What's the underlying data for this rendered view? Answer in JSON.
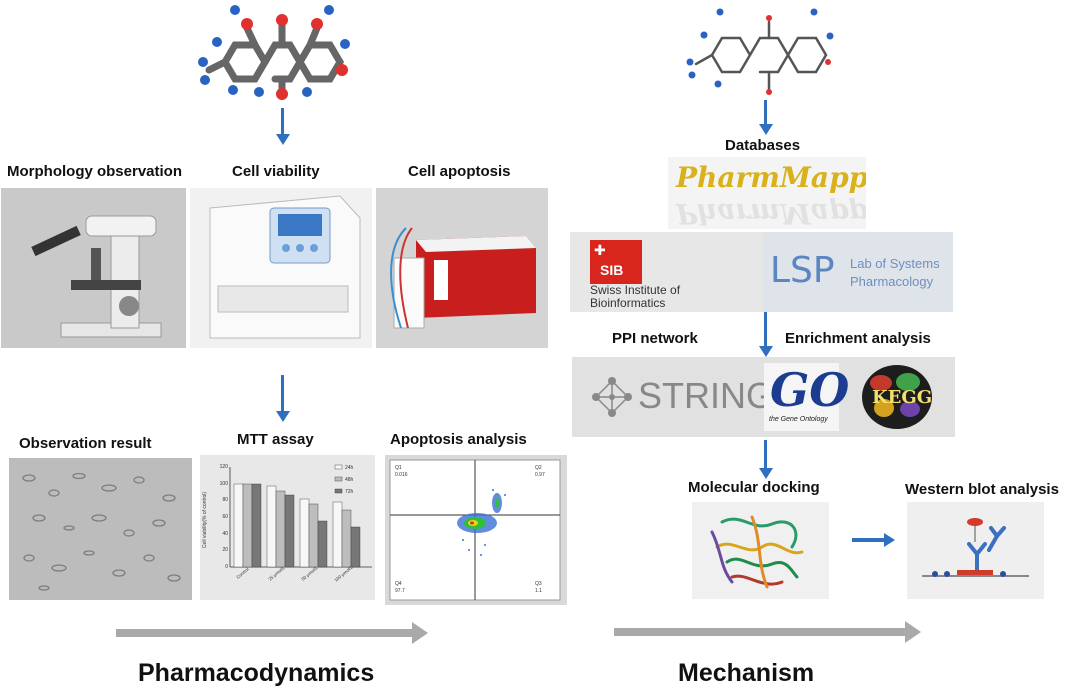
{
  "pharmacodynamics": {
    "labels": {
      "morphology": "Morphology observation",
      "viability": "Cell viability",
      "apoptosis": "Cell apoptosis",
      "observation_result": "Observation result",
      "mtt": "MTT assay",
      "apoptosis_analysis": "Apoptosis analysis"
    },
    "footer": "Pharmacodynamics"
  },
  "mechanism": {
    "labels": {
      "databases": "Databases",
      "ppi": "PPI network",
      "enrichment": "Enrichment analysis",
      "docking": "Molecular docking",
      "western": "Western blot analysis"
    },
    "footer": "Mechanism"
  },
  "logos": {
    "pharmmapper": "PharmMapper",
    "sib_short": "SIB",
    "sib_line1": "Swiss Institute of",
    "sib_line2": "Bioinformatics",
    "lsp_short": "LSP",
    "lsp_line1": "Lab of Systems",
    "lsp_line2": "Pharmacology",
    "string": "STRING",
    "go": "GO",
    "go_sub": "the Gene Ontology",
    "kegg": "KEGG"
  },
  "mtt_legend": [
    "24h",
    "48h",
    "72h"
  ],
  "mtt_categories": [
    "Control",
    "25 μmol/L",
    "50 μmol/L",
    "100 μmol/L"
  ],
  "mtt_ylabel": "Cell viability(% of control)",
  "mtt_yticks": [
    "0",
    "20",
    "40",
    "60",
    "80",
    "100",
    "120"
  ],
  "flow_quadrants": {
    "q1": "Q1",
    "q1v": "0.016",
    "q2": "Q2",
    "q2v": "0.97",
    "q3": "Q3",
    "q3v": "1.1",
    "q4": "Q4",
    "q4v": "97.7"
  },
  "colors": {
    "arrow_blue": "#2f6fbf",
    "arrow_gray": "#a9a9a9",
    "sib_red": "#d9261c",
    "pharmmapper_gold": "#d9b11a"
  }
}
